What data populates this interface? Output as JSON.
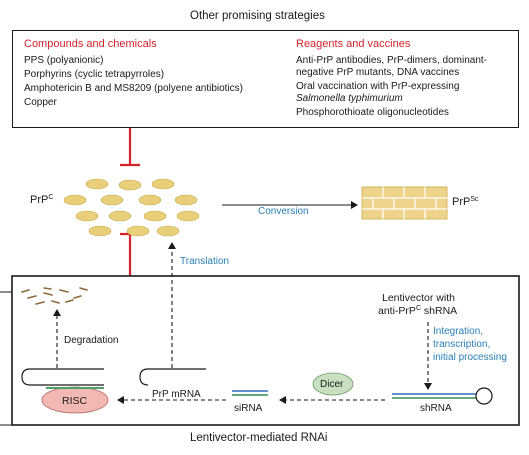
{
  "top_title": "Other promising strategies",
  "compounds": {
    "heading": "Compounds and chemicals",
    "items": [
      "PPS (polyanionic)",
      "Porphyrins (cyclic tetrapyrroles)",
      "Amphotericin B and MS8209 (polyene antibiotics)",
      "Copper"
    ]
  },
  "reagents": {
    "heading": "Reagents and vaccines",
    "items": [
      "Anti-PrP antibodies, PrP-dimers, dominant-",
      "negative PrP mutants, DNA vaccines",
      "Oral vaccination with PrP-expressing",
      "Salmonella typhimurium",
      "Phosphorothioate oligonucleotides"
    ]
  },
  "prpc": {
    "base": "PrP",
    "sup": "C"
  },
  "prpsc": {
    "base": "PrP",
    "sup": "Sc"
  },
  "conversion": "Conversion",
  "translation": "Translation",
  "lentivector": {
    "line1": "Lentivector with",
    "line2_prefix": "anti-PrP",
    "line2_sup": "C",
    "line2_suffix": " shRNA"
  },
  "integration": [
    "Integration,",
    "transcription,",
    "initial processing"
  ],
  "degradation": "Degradation",
  "risc": "RISC",
  "prp_mrna": "PrP mRNA",
  "dicer": "Dicer",
  "sirna": "siRNA",
  "shrna": "shRNA",
  "bottom_title": "Lentivector-mediated RNAi",
  "colors": {
    "inhibition_red": "#d2232a",
    "label_blue": "#2a7fb8",
    "prp_oval": "#e8cf7a",
    "risc_pink": "#f2b8b4",
    "dicer_green": "#c8e0c0",
    "rna_green": "#4fa06a",
    "rna_blue": "#4f7fc0"
  }
}
